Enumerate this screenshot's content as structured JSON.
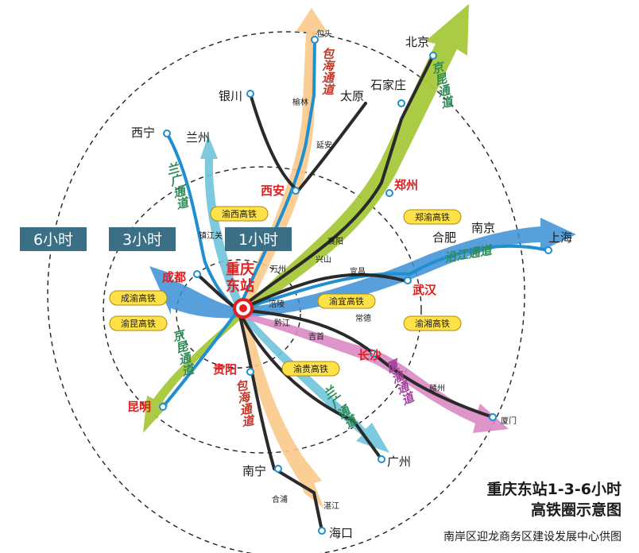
{
  "rings": [
    {
      "id": "1h",
      "label": "1小时"
    },
    {
      "id": "3h",
      "label": "3小时"
    },
    {
      "id": "6h",
      "label": "6小时"
    }
  ],
  "hub": {
    "line1": "重庆",
    "line2": "东站"
  },
  "cities_major": {
    "xian": "西安",
    "zhengzhou": "郑州",
    "chengdu": "成都",
    "wuhan": "武汉",
    "changsha": "长沙",
    "guiyang": "贵阳",
    "kunming": "昆明"
  },
  "cities": {
    "baotou": "包头",
    "beijing": "北京",
    "yinchuan": "银川",
    "yulin": "榆林",
    "taiyuan": "太原",
    "shijiazhuang": "石家庄",
    "xining": "西宁",
    "lanzhou": "兰州",
    "yanan": "延安",
    "zhenjiangguan": "镇江关",
    "hefei": "合肥",
    "nanjing": "南京",
    "shanghai": "上海",
    "xiangyang": "襄阳",
    "xingshan": "兴山",
    "yichang": "宜昌",
    "wanzhou": "万州",
    "fuling": "涪陵",
    "qianjiang": "黔江",
    "changde": "常德",
    "jishou": "吉首",
    "ganzhou": "赣州",
    "xiamen": "厦门",
    "nanning": "南宁",
    "guangzhou": "广州",
    "hepu": "合浦",
    "zhanjiang": "湛江",
    "haikou": "海口"
  },
  "lines": {
    "yuxi": "渝西高铁",
    "zhengyu": "郑渝高铁",
    "chengyu": "成渝高铁",
    "yukun": "渝昆高铁",
    "yuyi": "渝宜高铁",
    "yuxiang": "渝湘高铁",
    "yugui": "渝贵高铁"
  },
  "corridors": {
    "baohai_north": "包海通道",
    "jingkun_north": "京昆通道",
    "languang_north": "兰广通道",
    "yanjiang": "沿江通道",
    "jingkun_south": "京昆通道",
    "baohai_south": "包海通道",
    "languang_south": "兰广通道",
    "xiayu": "厦渝通道"
  },
  "caption": {
    "title_line1": "重庆东站1-3-6小时",
    "title_line2": "高铁圈示意图",
    "credit": "南岸区迎龙商务区建设发展中心供图"
  },
  "colors": {
    "baohai": "#f9c98a",
    "jingkun": "#a8c83a",
    "languang": "#6fc3d9",
    "yanjiang": "#3b8fd6",
    "xiayu": "#d98ac4",
    "rail_dark": "#2a2a2a",
    "rail_blue": "#1f8fd0",
    "rail_red": "#e02020",
    "ring_tag": "#3b6f86",
    "pill": "#ffe24a",
    "major_city": "#e02020"
  }
}
